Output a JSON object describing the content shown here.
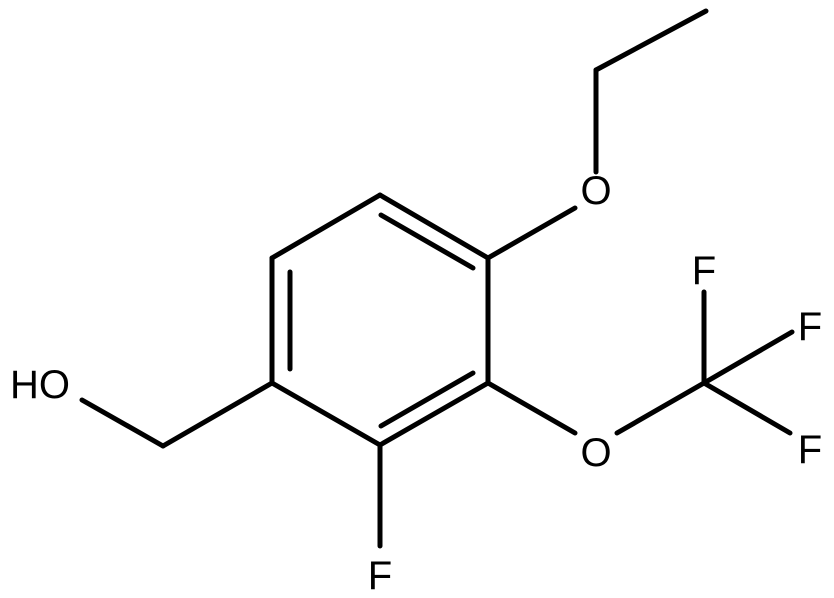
{
  "molecule": {
    "atoms": {
      "hydroxyl": "HO",
      "ether_oxygen_ethoxy": "O",
      "ether_oxygen_trifluoromethoxy": "O",
      "fluorine_ring": "F",
      "fluorine_cf3_top": "F",
      "fluorine_cf3_right": "F",
      "fluorine_cf3_bottom": "F"
    },
    "colors": {
      "bond": "#000000",
      "label": "#000000",
      "background": "#ffffff"
    }
  }
}
